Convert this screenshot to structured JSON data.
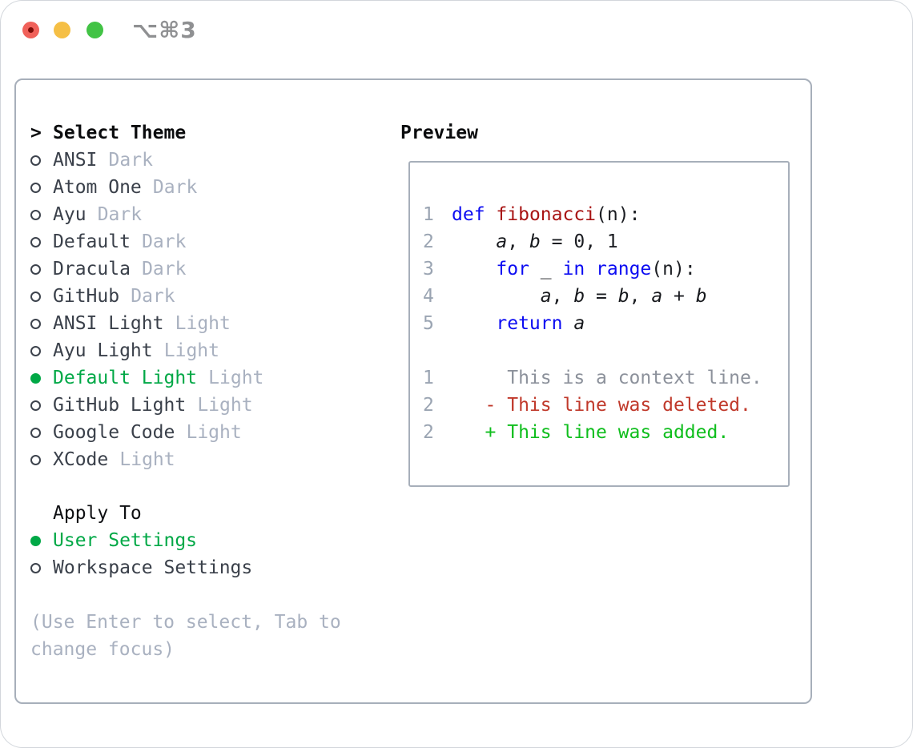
{
  "window": {
    "title": "⌥⌘3"
  },
  "colors": {
    "selection_green": "#00a846",
    "added_green": "#0fbe1d",
    "deleted_red": "#c0392b",
    "keyword_blue": "#0c0cf2",
    "function_red": "#a81414",
    "muted_gray": "#a9b1c0",
    "border_gray": "#a7afba"
  },
  "theme_menu": {
    "header_marker": ">",
    "header": "Select Theme",
    "items": [
      {
        "label": "ANSI",
        "variant": "Dark",
        "selected": false
      },
      {
        "label": "Atom One",
        "variant": "Dark",
        "selected": false
      },
      {
        "label": "Ayu",
        "variant": "Dark",
        "selected": false
      },
      {
        "label": "Default",
        "variant": "Dark",
        "selected": false
      },
      {
        "label": "Dracula",
        "variant": "Dark",
        "selected": false
      },
      {
        "label": "GitHub",
        "variant": "Dark",
        "selected": false
      },
      {
        "label": "ANSI Light",
        "variant": "Light",
        "selected": false
      },
      {
        "label": "Ayu Light",
        "variant": "Light",
        "selected": false
      },
      {
        "label": "Default Light",
        "variant": "Light",
        "selected": true
      },
      {
        "label": "GitHub Light",
        "variant": "Light",
        "selected": false
      },
      {
        "label": "Google Code",
        "variant": "Light",
        "selected": false
      },
      {
        "label": "XCode",
        "variant": "Light",
        "selected": false
      }
    ]
  },
  "apply_to": {
    "header": "Apply To",
    "items": [
      {
        "label": "User Settings",
        "selected": true
      },
      {
        "label": "Workspace Settings",
        "selected": false
      }
    ]
  },
  "hint": "(Use Enter to select, Tab to change focus)",
  "preview": {
    "header": "Preview",
    "code_lines": [
      {
        "num": "1",
        "segments": [
          {
            "t": "def",
            "c": "kw"
          },
          {
            "t": " ",
            "c": "pl"
          },
          {
            "t": "fibonacci",
            "c": "fn"
          },
          {
            "t": "(n):",
            "c": "pl"
          }
        ]
      },
      {
        "num": "2",
        "segments": [
          {
            "t": "    ",
            "c": "pl"
          },
          {
            "t": "a",
            "c": "var"
          },
          {
            "t": ", ",
            "c": "pl"
          },
          {
            "t": "b",
            "c": "var"
          },
          {
            "t": " = 0, 1",
            "c": "pl"
          }
        ]
      },
      {
        "num": "3",
        "segments": [
          {
            "t": "    ",
            "c": "pl"
          },
          {
            "t": "for",
            "c": "kw"
          },
          {
            "t": " _ ",
            "c": "pl"
          },
          {
            "t": "in",
            "c": "kw"
          },
          {
            "t": " ",
            "c": "pl"
          },
          {
            "t": "range",
            "c": "kw"
          },
          {
            "t": "(n):",
            "c": "pl"
          }
        ]
      },
      {
        "num": "4",
        "segments": [
          {
            "t": "        ",
            "c": "pl"
          },
          {
            "t": "a",
            "c": "var"
          },
          {
            "t": ", ",
            "c": "pl"
          },
          {
            "t": "b",
            "c": "var"
          },
          {
            "t": " = ",
            "c": "pl"
          },
          {
            "t": "b",
            "c": "var"
          },
          {
            "t": ", ",
            "c": "pl"
          },
          {
            "t": "a",
            "c": "var"
          },
          {
            "t": " + ",
            "c": "pl"
          },
          {
            "t": "b",
            "c": "var"
          }
        ]
      },
      {
        "num": "5",
        "segments": [
          {
            "t": "    ",
            "c": "pl"
          },
          {
            "t": "return",
            "c": "kw"
          },
          {
            "t": " ",
            "c": "pl"
          },
          {
            "t": "a",
            "c": "var"
          }
        ]
      },
      {
        "num": "",
        "segments": []
      },
      {
        "num": "1",
        "segments": [
          {
            "t": "     This is a context line.",
            "c": "ctx"
          }
        ]
      },
      {
        "num": "2",
        "segments": [
          {
            "t": "   - This line was deleted.",
            "c": "del"
          }
        ]
      },
      {
        "num": "2",
        "segments": [
          {
            "t": "   + This line was added.",
            "c": "add"
          }
        ]
      }
    ]
  }
}
